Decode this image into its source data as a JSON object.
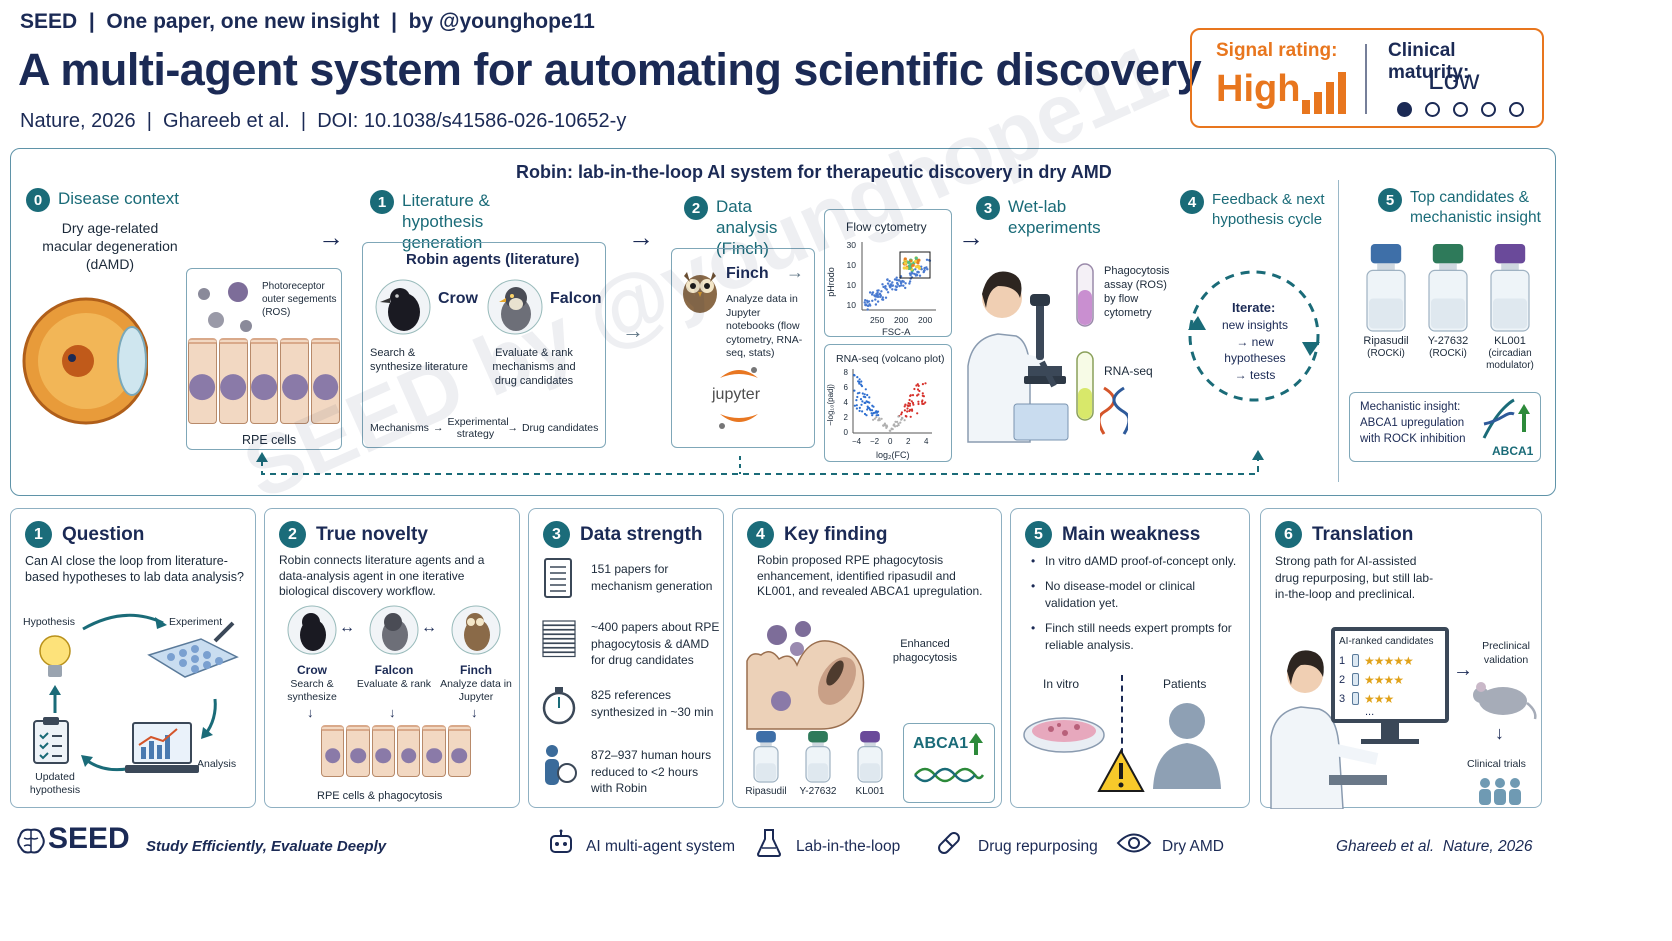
{
  "header": {
    "tagline": "SEED  |  One paper, one new insight  |  by @younghope11",
    "title": "A multi-agent system for automating scientific discovery",
    "meta": "Nature, 2026  |  Ghareeb et al.  |  DOI: 10.1038/s41586-026-10652-y"
  },
  "ratings": {
    "signal_label": "Signal rating:",
    "signal_value": "High",
    "maturity_label": "Clinical maturity:",
    "maturity_value": "Low",
    "maturity_level": 1,
    "maturity_max": 5
  },
  "watermark": "SEED by @younghope11",
  "pipeline": {
    "title": "Robin: lab-in-the-loop AI system for therapeutic discovery in dry AMD",
    "step0": {
      "num": "0",
      "title": "Disease context",
      "desc": "Dry age-related macular degeneration (dAMD)",
      "pr_label": "Photoreceptor outer segements (ROS)",
      "rpe_label": "RPE cells"
    },
    "step1": {
      "num": "1",
      "title": "Literature & hypothesis generation",
      "box_title": "Robin agents (literature)",
      "crow_name": "Crow",
      "crow_desc": "Search & synthesize literature",
      "falcon_name": "Falcon",
      "falcon_desc": "Evaluate & rank mechanisms and drug candidates",
      "flow_a": "Mechanisms",
      "flow_b": "Experimental strategy",
      "flow_c": "Drug candidates"
    },
    "step2": {
      "num": "2",
      "title": "Data analysis (Finch)",
      "finch_name": "Finch",
      "finch_desc": "Analyze data in Jupyter notebooks (flow cytometry, RNA-seq, stats)",
      "jupyter": "jupyter",
      "flow_title": "Flow cytometry",
      "flow_ylabel": "pHrodo",
      "flow_xlabel": "FSC-A",
      "flow_yticks": [
        "30",
        "10",
        "10",
        "10"
      ],
      "flow_xticks": [
        "250",
        "200",
        "200"
      ],
      "volcano_title": "RNA-seq (volcano plot)",
      "volcano_ylabel": "−log₁₀(padj)",
      "volcano_xlabel": "log₂(FC)",
      "volcano_yticks": [
        "8",
        "6",
        "4",
        "2",
        "0"
      ],
      "volcano_xticks": [
        "−4",
        "−2",
        "0",
        "2",
        "4"
      ]
    },
    "step3": {
      "num": "3",
      "title": "Wet-lab experiments",
      "assay": "Phagocytosis assay (ROS) by flow cytometry",
      "rnaseq": "RNA-seq"
    },
    "step4": {
      "num": "4",
      "title": "Feedback & next hypothesis cycle",
      "iterate": "Iterate:",
      "lines": [
        "new insights",
        "→ new",
        "hypotheses",
        "→ tests"
      ]
    },
    "step5": {
      "num": "5",
      "title": "Top candidates & mechanistic insight",
      "candidates": [
        {
          "name": "Ripasudil",
          "sub": "(ROCKi)",
          "cap": "#3e6fa8"
        },
        {
          "name": "Y-27632",
          "sub": "(ROCKi)",
          "cap": "#2e7a5a"
        },
        {
          "name": "KL001",
          "sub": "(circadian modulator)",
          "cap": "#6a4a9a"
        }
      ],
      "insight": "Mechanistic insight: ABCA1 upregulation with ROCK inhibition",
      "gene": "ABCA1"
    }
  },
  "panels": {
    "question": {
      "num": "1",
      "title": "Question",
      "text": "Can AI close the loop from literature-based hypotheses to lab data analysis?",
      "cycle": [
        "Hypothesis",
        "Experiment",
        "Analysis",
        "Updated hypothesis"
      ]
    },
    "novelty": {
      "num": "2",
      "title": "True novelty",
      "text": "Robin connects literature agents and a data-analysis agent in one iterative biological discovery workflow.",
      "agents": [
        {
          "name": "Crow",
          "desc": "Search & synthesize"
        },
        {
          "name": "Falcon",
          "desc": "Evaluate & rank"
        },
        {
          "name": "Finch",
          "desc": "Analyze data in Jupyter"
        }
      ],
      "caption": "RPE cells & phagocytosis"
    },
    "strength": {
      "num": "3",
      "title": "Data strength",
      "items": [
        "151 papers for mechanism generation",
        "~400 papers about RPE phagocytosis & dAMD for drug candidates",
        "825 references synthesized in ~30 min",
        "872–937 human hours reduced to <2 hours with Robin"
      ]
    },
    "finding": {
      "num": "4",
      "title": "Key finding",
      "text": "Robin proposed RPE phagocytosis enhancement, identified ripasudil and KL001, and revealed ABCA1 upregulation.",
      "enhanced": "Enhanced phagocytosis",
      "vials": [
        "Ripasudil",
        "Y-27632",
        "KL001"
      ],
      "gene": "ABCA1"
    },
    "weakness": {
      "num": "5",
      "title": "Main weakness",
      "bullets": [
        "In vitro dAMD proof-of-concept only.",
        "No disease-model or clinical validation yet.",
        "Finch still needs expert prompts for reliable analysis."
      ],
      "left_label": "In vitro",
      "right_label": "Patients"
    },
    "translation": {
      "num": "6",
      "title": "Translation",
      "text": "Strong path for AI-assisted drug repurposing, but still lab-in-the-loop and preclinical.",
      "screen_title": "AI-ranked candidates",
      "ranks": [
        {
          "n": "1",
          "stars": 5
        },
        {
          "n": "2",
          "stars": 4
        },
        {
          "n": "3",
          "stars": 3
        }
      ],
      "more": "...",
      "preclinical": "Preclinical validation",
      "trials": "Clinical trials"
    }
  },
  "footer": {
    "brand": "SEED",
    "slogan": "Study Efficiently, Evaluate Deeply",
    "items": [
      "AI multi-agent system",
      "Lab-in-the-loop",
      "Drug repurposing",
      "Dry AMD"
    ],
    "citation": "Ghareeb et al.  Nature, 2026"
  },
  "colors": {
    "navy": "#1b2a55",
    "teal": "#1a6b78",
    "orange": "#e8761e",
    "border": "#8fb0c2"
  }
}
